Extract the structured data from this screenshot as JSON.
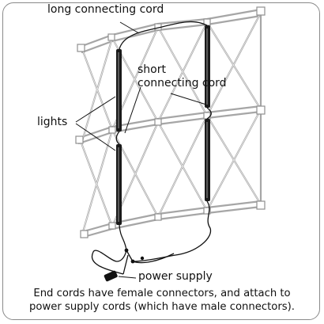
{
  "labels": {
    "long_cord": "long connecting cord",
    "short_cord_line1": "short",
    "short_cord_line2": "connecting cord",
    "lights": "lights",
    "power_supply": "power supply"
  },
  "caption": {
    "line1": "End cords have female connectors, and attach to",
    "line2": "power supply cords (which have male connectors)."
  },
  "colors": {
    "frame": "#9a9a9a",
    "light_tube": "#1a1a1a",
    "cord": "#111111",
    "panel_border": "#8a8a8a"
  }
}
